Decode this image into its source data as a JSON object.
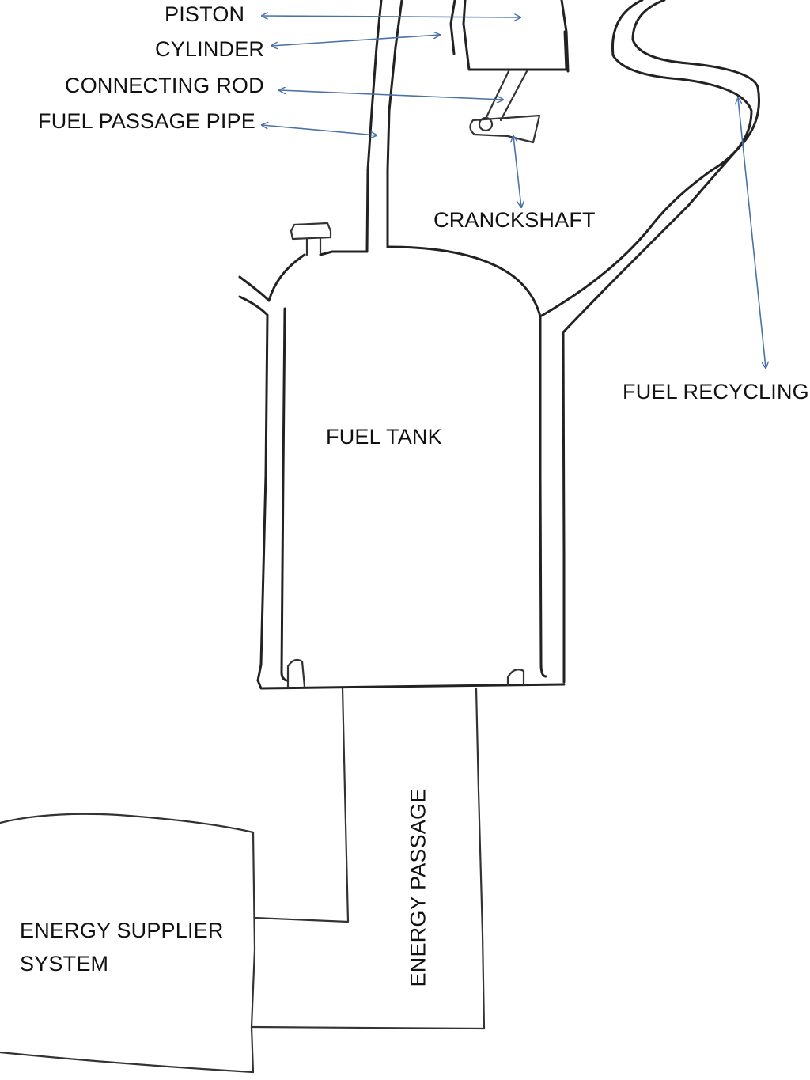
{
  "labels": {
    "piston": "PISTON",
    "cylinder": "CYLINDER",
    "connecting_rod": "CONNECTING ROD",
    "fuel_passage_pipe": "FUEL PASSAGE PIPE",
    "crankshaft": "CRANCKSHAFT",
    "fuel_recycling": "FUEL RECYCLING",
    "fuel_tank": "FUEL TANK",
    "energy_passage": "ENERGY PASSAGE",
    "energy_supplier_line1": "ENERGY SUPPLIER",
    "energy_supplier_line2": "SYSTEM"
  },
  "colors": {
    "arrow": "#4a72a8",
    "pencil": "#222222",
    "text": "#111111"
  }
}
